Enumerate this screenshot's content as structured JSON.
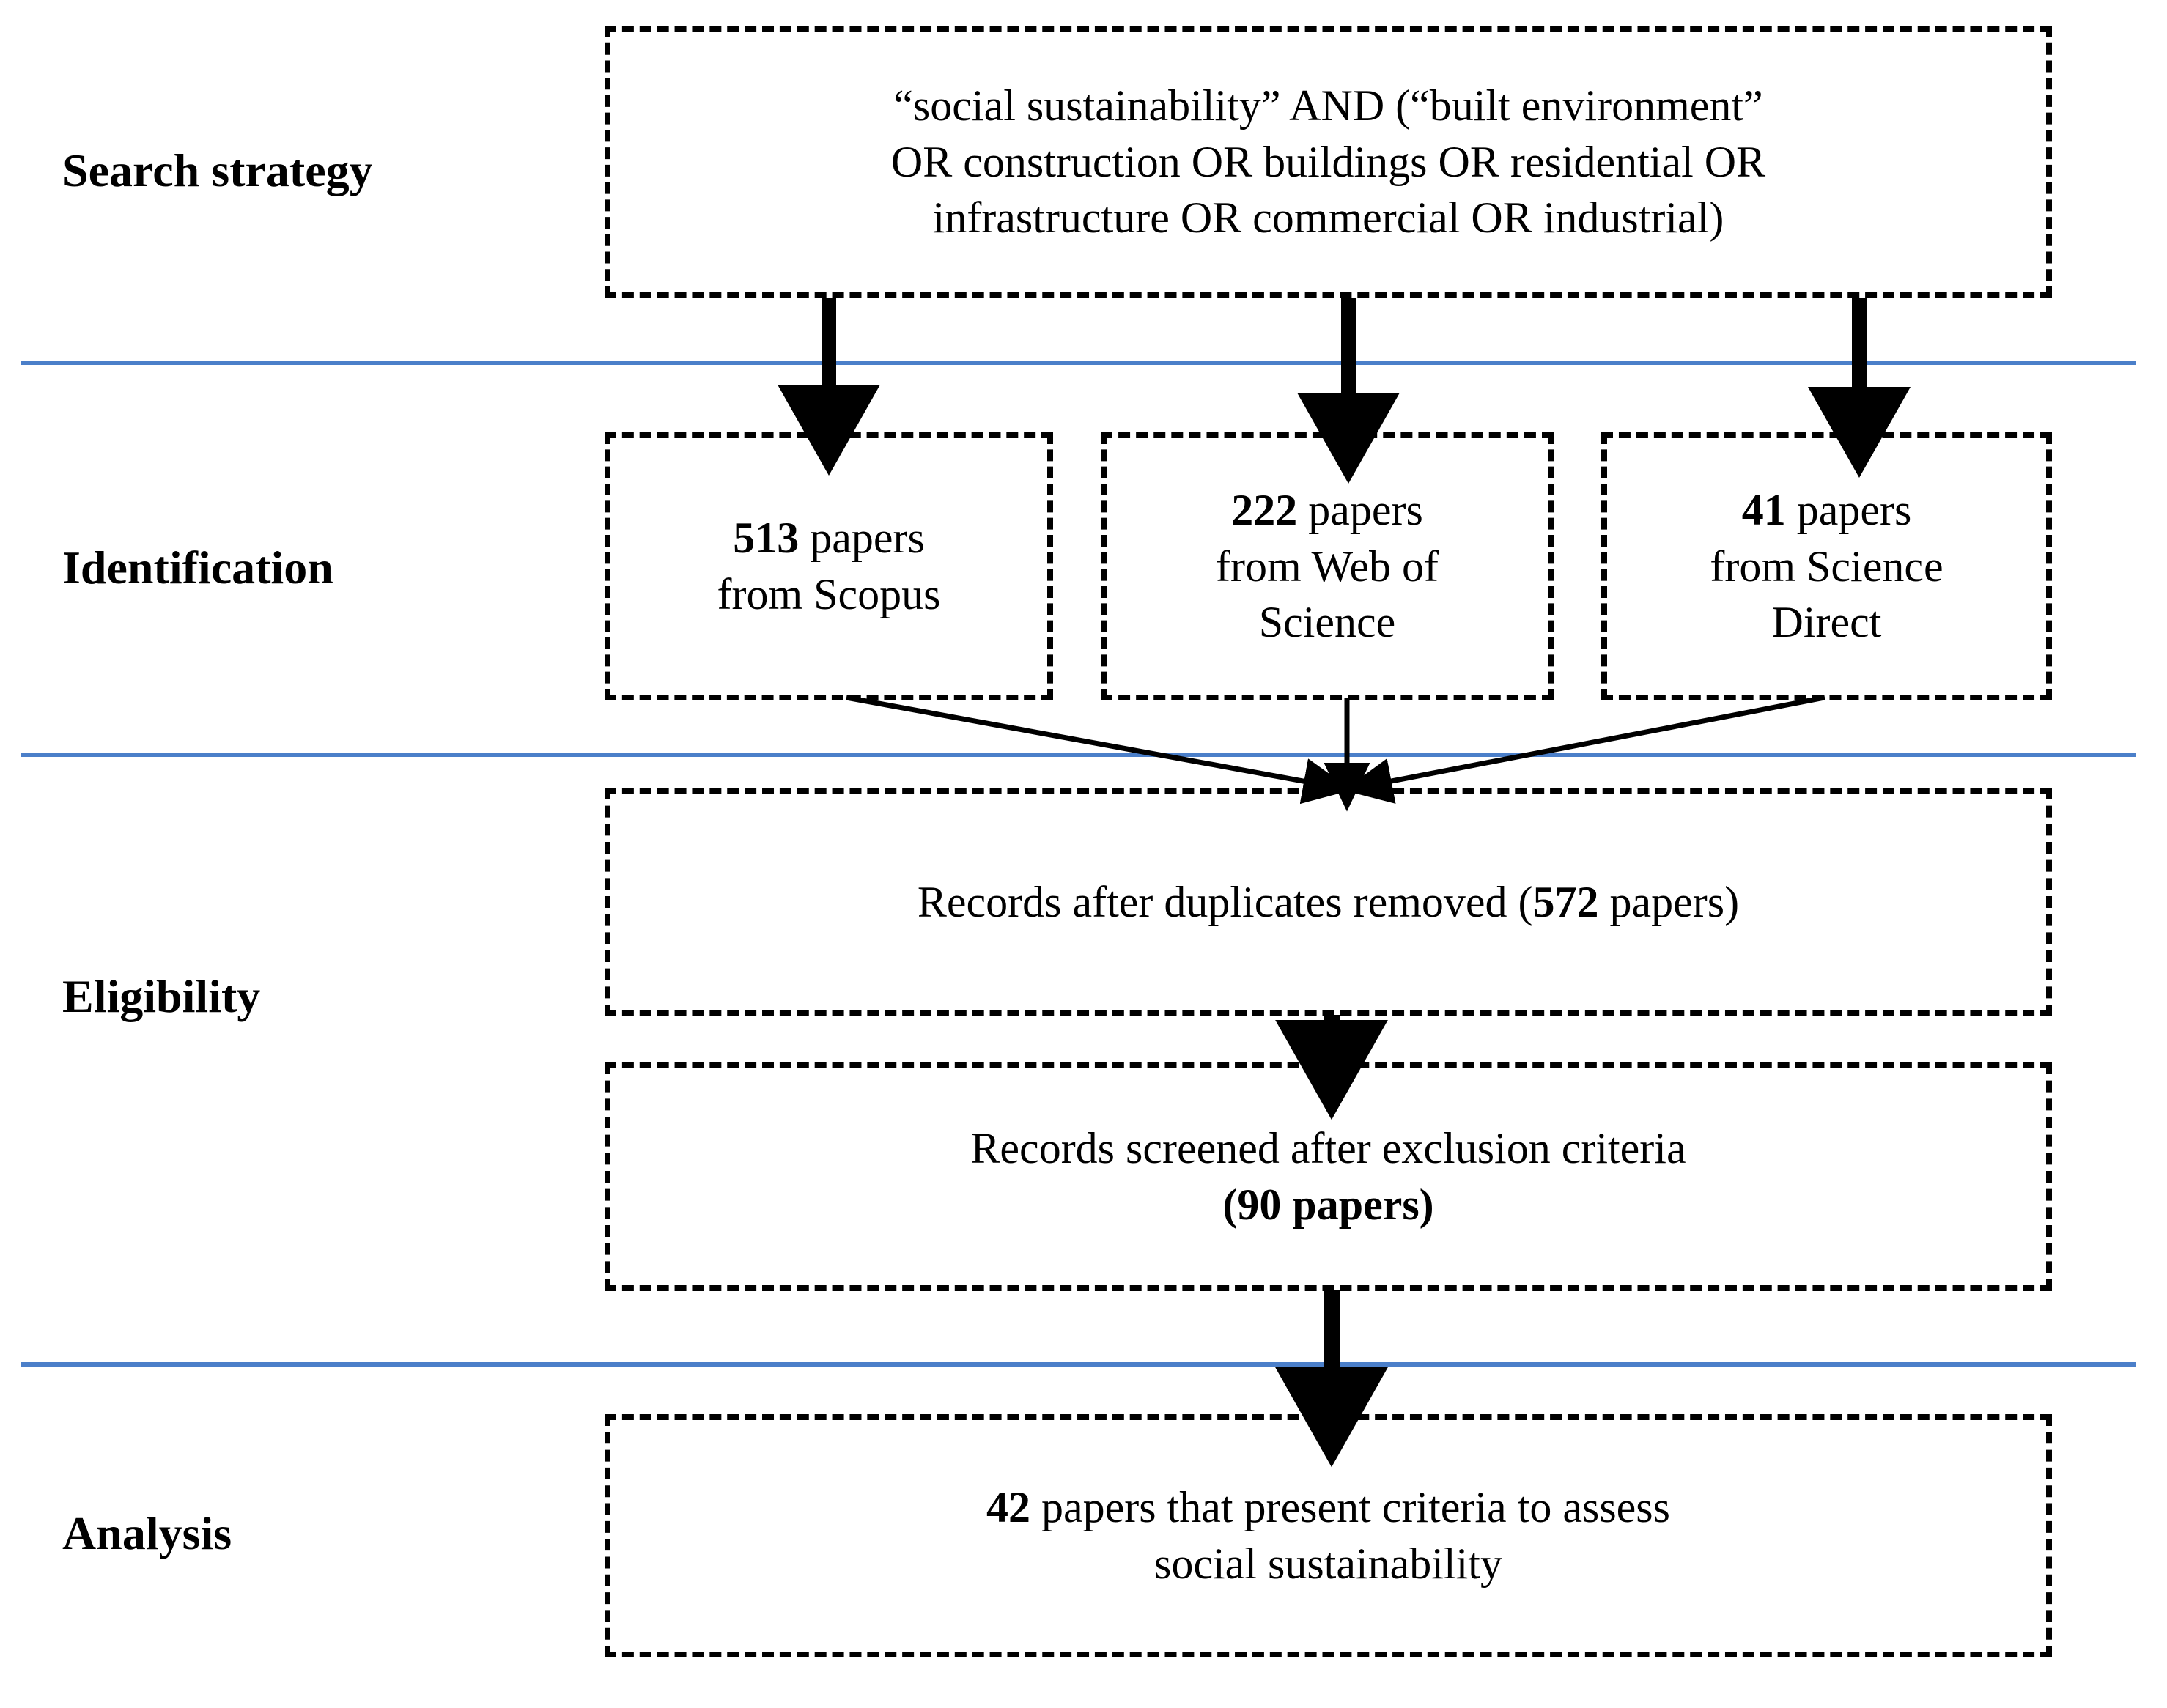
{
  "figure": {
    "type": "flow-diagram",
    "title": "Systematic literature review flow diagram",
    "accent_color": "#4b7fc9",
    "box_border_color": "#000000",
    "background": "#ffffff"
  },
  "stages": [
    {
      "id": "search-strategy",
      "label": "Search strategy"
    },
    {
      "id": "identification",
      "label": "Identification"
    },
    {
      "id": "eligibility",
      "label": "Eligibility"
    },
    {
      "id": "analysis",
      "label": "Analysis"
    }
  ],
  "boxes": {
    "search_query": {
      "line1": "“social sustainability” AND (“built environment”",
      "line2": "OR construction OR buildings OR residential OR",
      "line3": "infrastructure OR commercial OR industrial)",
      "full": "“social sustainability” AND (“built environment” OR construction OR buildings OR residential OR infrastructure OR commercial OR industrial)"
    },
    "scopus": {
      "count": "513",
      "unit": "papers",
      "source_line": "from Scopus",
      "full": "513 papers from Scopus"
    },
    "web_of_science": {
      "count": "222",
      "unit": "papers",
      "source_line1": "from Web of",
      "source_line2": "Science",
      "full": "222 papers from Web of Science"
    },
    "science_direct": {
      "count": "41",
      "unit": "papers",
      "source_line1": "from Science",
      "source_line2": "Direct",
      "full": "41 papers from Science Direct"
    },
    "duplicates_removed": {
      "prefix": "Records after duplicates removed (",
      "count": "572",
      "suffix": " papers)",
      "full": "Records after duplicates removed (572 papers)"
    },
    "screened": {
      "line1": "Records screened after exclusion criteria",
      "line2": "(90 papers)",
      "count": "90",
      "full": "Records screened after exclusion criteria (90 papers)"
    },
    "analysis_result": {
      "count": "42",
      "line1_rest": " papers that present criteria to assess",
      "line2": "social sustainability",
      "full": "42 papers that present criteria to assess social sustainability"
    }
  },
  "connectors": [
    {
      "id": "search-to-scopus",
      "from": "search_query",
      "to": "scopus",
      "style": "thick-down-arrow"
    },
    {
      "id": "search-to-wos",
      "from": "search_query",
      "to": "web_of_science",
      "style": "thick-down-arrow"
    },
    {
      "id": "search-to-sciencedirect",
      "from": "search_query",
      "to": "science_direct",
      "style": "thick-down-arrow"
    },
    {
      "id": "scopus-to-duplicates",
      "from": "scopus",
      "to": "duplicates_removed",
      "style": "thin-diagonal-arrow"
    },
    {
      "id": "wos-to-duplicates",
      "from": "web_of_science",
      "to": "duplicates_removed",
      "style": "thin-down-arrow"
    },
    {
      "id": "sd-to-duplicates",
      "from": "science_direct",
      "to": "duplicates_removed",
      "style": "thin-diagonal-arrow"
    },
    {
      "id": "duplicates-to-screened",
      "from": "duplicates_removed",
      "to": "screened",
      "style": "thick-down-arrow"
    },
    {
      "id": "screened-to-analysis",
      "from": "screened",
      "to": "analysis_result",
      "style": "thick-down-arrow"
    }
  ]
}
